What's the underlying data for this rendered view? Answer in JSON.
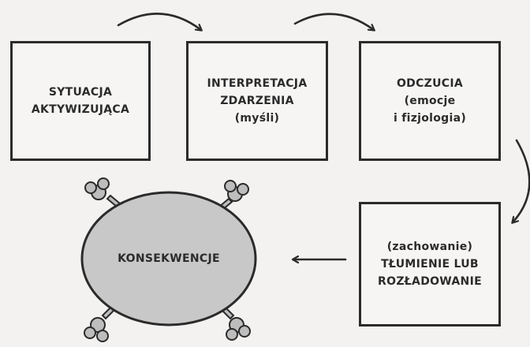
{
  "nodes": {
    "trigger": {
      "lines": [
        "SYTUACJA",
        "AKTYWIZUJĄCA"
      ]
    },
    "interpretation": {
      "lines": [
        "INTERPRETACJA",
        "ZDARZENIA",
        "(myśli)"
      ]
    },
    "feelings": {
      "lines": [
        "ODCZUCIA",
        "(emocje",
        "i fizjologia)"
      ]
    },
    "behavior": {
      "lines": [
        "(zachowanie)",
        "TŁUMIENIE LUB",
        "ROZŁADOWANIE"
      ]
    },
    "consequences": {
      "label": "KONSEKWENCJE"
    }
  },
  "colors": {
    "ink": "#2b2b2b",
    "box_fill": "#f6f5f3",
    "ellipse_fill": "#c8c8c8",
    "background": "#f3f2f0"
  }
}
